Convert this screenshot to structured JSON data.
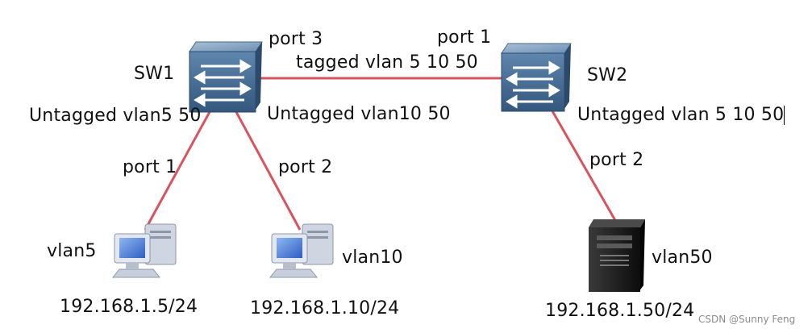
{
  "switches": {
    "sw1": {
      "name": "SW1"
    },
    "sw2": {
      "name": "SW2"
    }
  },
  "trunk": {
    "sw1_port": "port 3",
    "sw2_port": "port 1",
    "label": "tagged vlan 5 10 50"
  },
  "sw1_labels": {
    "left_untagged": "Untagged vlan5 50",
    "right_untagged": "Untagged vlan10 50",
    "port_a": "port 1",
    "port_b": "port 2"
  },
  "sw2_labels": {
    "untagged": "Untagged vlan 5 10 50",
    "port": "port 2"
  },
  "hosts": [
    {
      "vlan": "vlan5",
      "ip": "192.168.1.5/24"
    },
    {
      "vlan": "vlan10",
      "ip": "192.168.1.10/24"
    },
    {
      "vlan": "vlan50",
      "ip": "192.168.1.50/24"
    }
  ],
  "watermark": "CSDN @Sunny Feng",
  "colors": {
    "link": "#d9535f",
    "switch_top": "#6d8fb3",
    "switch_face": "#41678f",
    "pc_screen": "#4a7fd8",
    "server_body": "#1c1c1c"
  }
}
